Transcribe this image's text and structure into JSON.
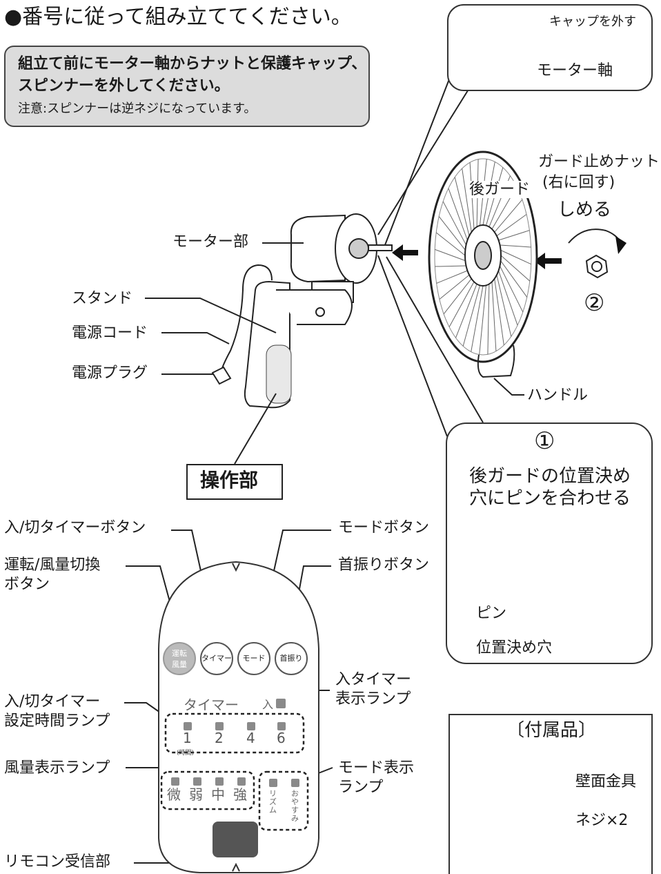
{
  "heading": "●番号に従って組み立ててください。",
  "notice": {
    "line1": "組立て前にモーター軸からナットと保護キャップ、",
    "line2": "スピンナーを外してください。",
    "caution": "注意:スピンナーは逆ネジになっています。"
  },
  "top_callout": {
    "cap_label": "キャップを外す",
    "shaft_label": "モーター軸"
  },
  "fan_parts": {
    "motor": "モーター部",
    "stand": "スタンド",
    "power_cord": "電源コード",
    "power_plug": "電源プラグ",
    "control_unit": "操作部",
    "rear_guard": "後ガード",
    "guard_nut_line1": "ガード止めナット",
    "guard_nut_line2": "(右に回す)",
    "tighten": "しめる",
    "step2": "②",
    "handle": "ハンドル"
  },
  "pin_callout": {
    "step1": "①",
    "line1": "後ガードの位置決め",
    "line2": "穴にピンを合わせる",
    "pin": "ピン",
    "hole": "位置決め穴"
  },
  "control_panel": {
    "labels": {
      "timer_button": "入/切タイマーボタン",
      "run_button_line1": "運転/風量切換",
      "run_button_line2": "ボタン",
      "mode_button": "モードボタン",
      "swing_button": "首振りボタン",
      "timer_lamp_line1": "入/切タイマー",
      "timer_lamp_line2": "設定時間ランプ",
      "on_timer_lamp_line1": "入タイマー",
      "on_timer_lamp_line2": "表示ランプ",
      "wind_lamp": "風量表示ランプ",
      "mode_lamp_line1": "モード表示",
      "mode_lamp_line2": "ランプ",
      "remote_receiver": "リモコン受信部"
    },
    "buttons": [
      {
        "line1": "運転",
        "line2": "風量"
      },
      {
        "line1": "タイマー",
        "line2": ""
      },
      {
        "line1": "モード",
        "line2": ""
      },
      {
        "line1": "首振り",
        "line2": ""
      }
    ],
    "timer_title": "タイマー",
    "on_indicator": "入",
    "timer_hours": [
      "1",
      "2",
      "4",
      "6"
    ],
    "hours_unit": "(時間)",
    "wind_levels": [
      "微",
      "弱",
      "中",
      "強"
    ],
    "modes": [
      "リズム",
      "おやすみ"
    ]
  },
  "accessories": {
    "title": "〔付属品〕",
    "bracket": "壁面金具",
    "screws": "ネジ×2"
  },
  "colors": {
    "line": "#222222",
    "note_bg": "#dcdcdc",
    "lamp": "#8a8a8a",
    "button": "#555555"
  }
}
